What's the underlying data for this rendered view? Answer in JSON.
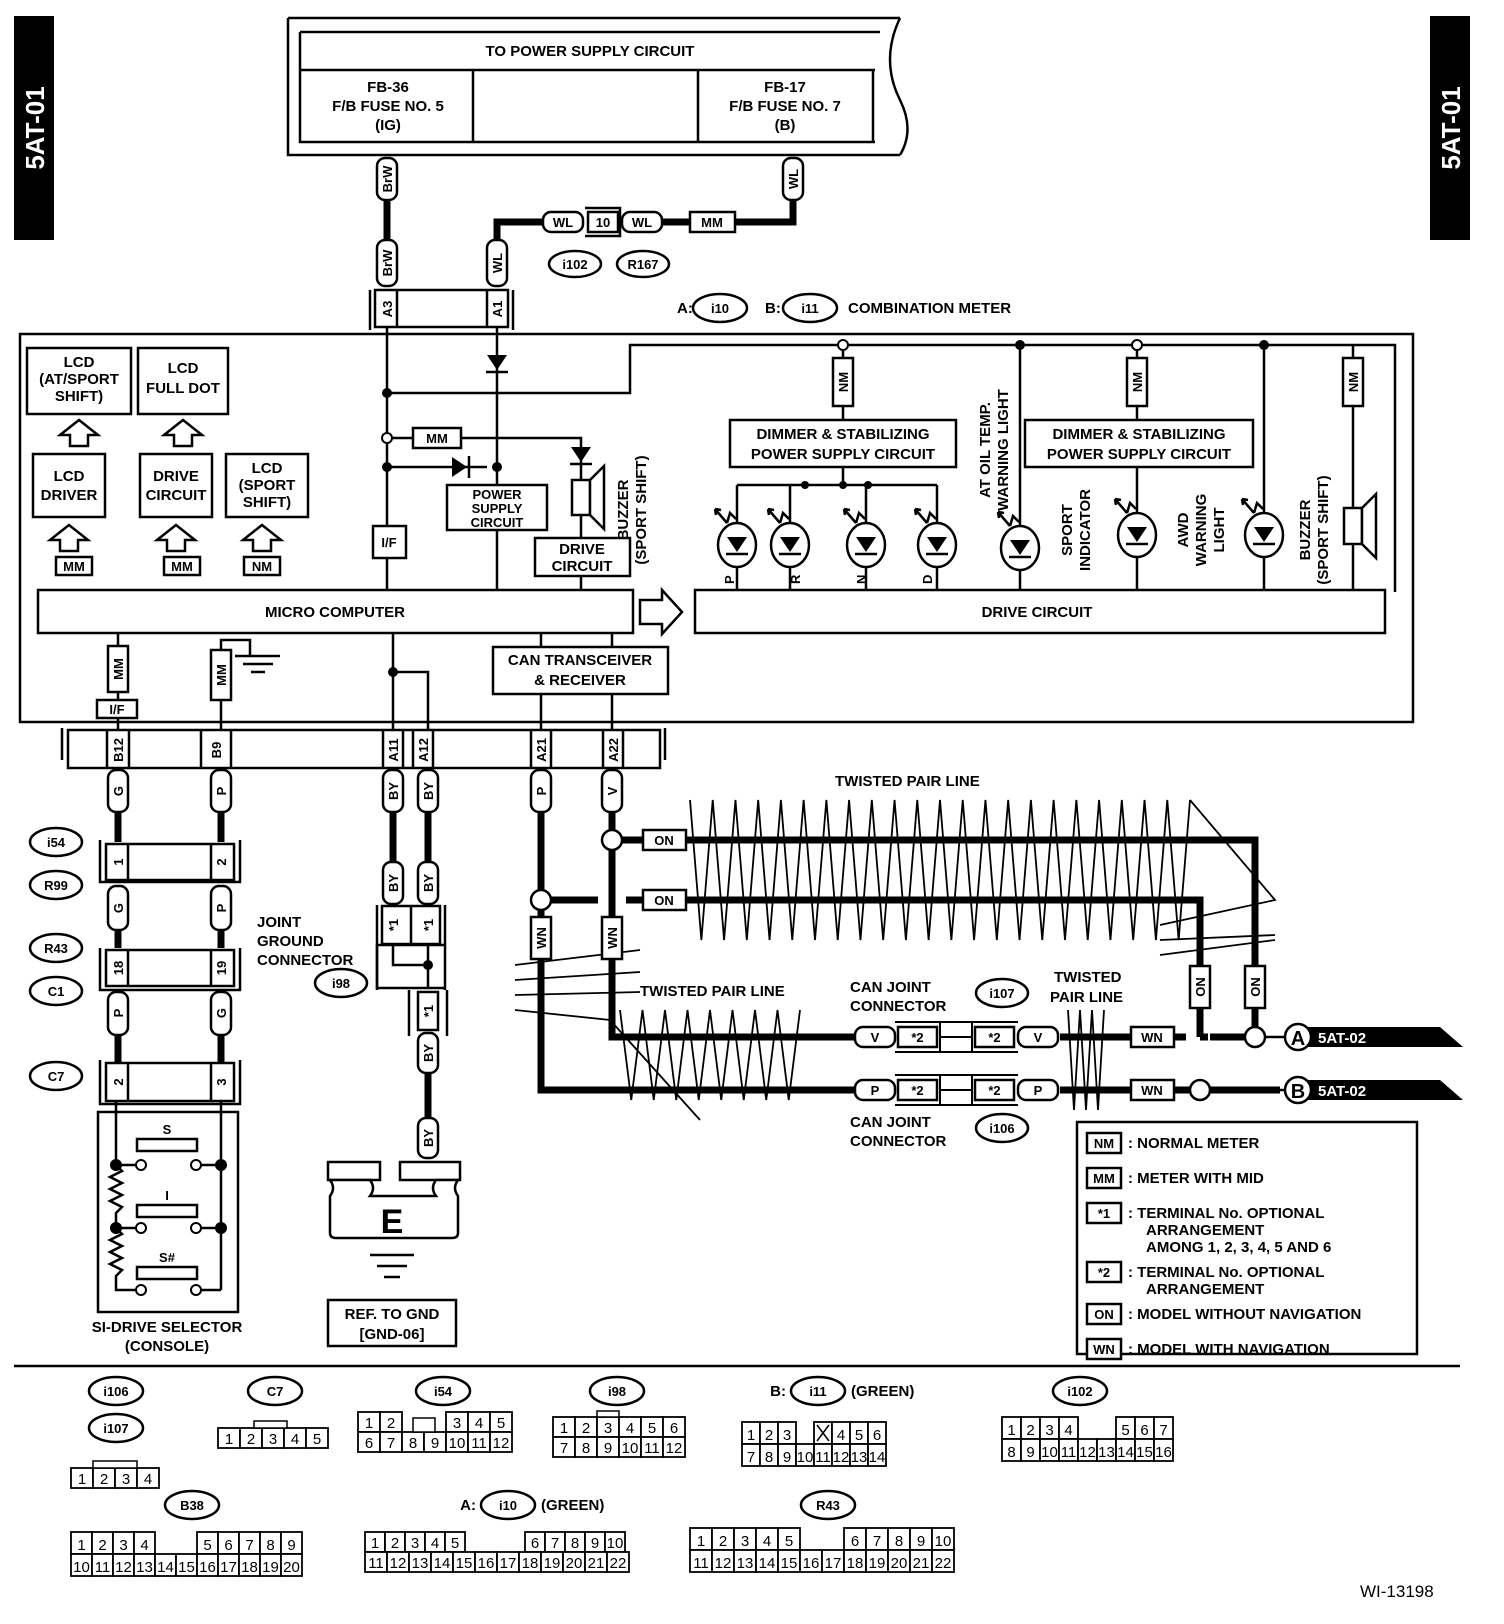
{
  "page_tabs": {
    "left": "5AT-01",
    "right": "5AT-01"
  },
  "power_supply": {
    "title": "TO POWER SUPPLY CIRCUIT",
    "fuse_left": [
      "FB-36",
      "F/B FUSE NO. 5",
      "(IG)"
    ],
    "fuse_right": [
      "FB-17",
      "F/B FUSE NO. 7",
      "(B)"
    ]
  },
  "wire_colors": {
    "brw": "BrW",
    "wl": "WL",
    "g": "G",
    "p": "P",
    "by": "BY",
    "v": "V"
  },
  "top_joint": {
    "terminal": "10",
    "tag_mm": "MM",
    "conn_left": "i102",
    "conn_right": "R167"
  },
  "meter": {
    "label_a": "A:",
    "conn_a": "i10",
    "label_b": "B:",
    "conn_b": "i11",
    "title": "COMBINATION METER",
    "pins_top": [
      "A3",
      "A1"
    ],
    "pins_bottom": [
      "B12",
      "B9",
      "A11",
      "A12",
      "A21",
      "A22"
    ],
    "lcd_at_sport": [
      "LCD",
      "(AT/SPORT",
      "SHIFT)"
    ],
    "lcd_full_dot": [
      "LCD",
      "FULL DOT"
    ],
    "lcd_driver": [
      "LCD",
      "DRIVER"
    ],
    "drive_circuit_small": [
      "DRIVE",
      "CIRCUIT"
    ],
    "lcd_sport_shift": [
      "LCD",
      "(SPORT",
      "SHIFT)"
    ],
    "tag_mm": "MM",
    "tag_nm": "NM",
    "tag_if": "I/F",
    "power_supply_circuit": [
      "POWER",
      "SUPPLY",
      "CIRCUIT"
    ],
    "buzzer_left": [
      "BUZZER",
      "(SPORT SHIFT)"
    ],
    "micro_computer": "MICRO COMPUTER",
    "can_transceiver": [
      "CAN TRANSCEIVER",
      "& RECEIVER"
    ],
    "dimmer": [
      "DIMMER & STABILIZING",
      "POWER SUPPLY CIRCUIT"
    ],
    "gear_leds": [
      "P",
      "R",
      "N",
      "D"
    ],
    "at_oil_temp": [
      "AT OIL TEMP.",
      "WARNING LIGHT"
    ],
    "sport_indicator": [
      "SPORT",
      "INDICATOR"
    ],
    "awd_warning": [
      "AWD",
      "WARNING",
      "LIGHT"
    ],
    "buzzer_right": [
      "BUZZER",
      "(SPORT SHIFT)"
    ],
    "drive_circuit": "DRIVE CIRCUIT"
  },
  "left_chain": {
    "connectors": [
      "i54",
      "R99",
      "R43",
      "C1",
      "C7"
    ],
    "i54_pins": [
      "1",
      "2"
    ],
    "r43_pins": [
      "18",
      "19"
    ],
    "c7_pins": [
      "2",
      "3"
    ]
  },
  "selector": {
    "positions": [
      "S",
      "I",
      "S#"
    ],
    "title": [
      "SI-DRIVE SELECTOR",
      "(CONSOLE)"
    ]
  },
  "ground": {
    "joint_label": [
      "JOINT",
      "GROUND",
      "CONNECTOR"
    ],
    "conn": "i98",
    "star1": "*1",
    "ground_letter": "E",
    "ref": [
      "REF. TO GND",
      "[GND-06]"
    ]
  },
  "can_bus": {
    "twisted_pair": "TWISTED PAIR LINE",
    "twisted_pair_split": [
      "TWISTED",
      "PAIR LINE"
    ],
    "on": "ON",
    "wn": "WN",
    "star2": "*2",
    "can_joint": [
      "CAN JOINT",
      "CONNECTOR"
    ],
    "conn_upper": "i107",
    "conn_lower": "i106",
    "out_a": {
      "letter": "A",
      "ref": "5AT-02"
    },
    "out_b": {
      "letter": "B",
      "ref": "5AT-02"
    }
  },
  "legend": [
    {
      "key": "NM",
      "desc": [
        "NORMAL METER"
      ]
    },
    {
      "key": "MM",
      "desc": [
        "METER WITH MID"
      ]
    },
    {
      "key": "*1",
      "desc": [
        "TERMINAL No. OPTIONAL",
        "ARRANGEMENT",
        "AMONG 1, 2, 3, 4, 5 AND 6"
      ]
    },
    {
      "key": "*2",
      "desc": [
        "TERMINAL No. OPTIONAL",
        "ARRANGEMENT"
      ]
    },
    {
      "key": "ON",
      "desc": [
        "MODEL WITHOUT NAVIGATION"
      ]
    },
    {
      "key": "WN",
      "desc": [
        "MODEL WITH NAVIGATION"
      ]
    }
  ],
  "connector_views": {
    "i106": "i106",
    "i107": "i107",
    "i106_pins": [
      "1",
      "2",
      "3",
      "4"
    ],
    "c7": "C7",
    "c7_pins": [
      "1",
      "2",
      "3",
      "4",
      "5"
    ],
    "i54": "i54",
    "i54_top": [
      "1",
      "2",
      "3",
      "4",
      "5"
    ],
    "i54_bottom": [
      "6",
      "7",
      "8",
      "9",
      "10",
      "11",
      "12"
    ],
    "i98": "i98",
    "i98_top": [
      "1",
      "2",
      "3",
      "4",
      "5",
      "6"
    ],
    "i98_bottom": [
      "7",
      "8",
      "9",
      "10",
      "11",
      "12"
    ],
    "i11_prefix": "B:",
    "i11": "i11",
    "i11_suffix": "(GREEN)",
    "i11_top": [
      "1",
      "2",
      "3",
      "X",
      "4",
      "5",
      "6"
    ],
    "i11_bottom": [
      "7",
      "8",
      "9",
      "10",
      "11",
      "12",
      "13",
      "14"
    ],
    "i102": "i102",
    "i102_top": [
      "1",
      "2",
      "3",
      "4",
      "5",
      "6",
      "7"
    ],
    "i102_bottom": [
      "8",
      "9",
      "10",
      "11",
      "12",
      "13",
      "14",
      "15",
      "16"
    ],
    "b38": "B38",
    "b38_top": [
      "1",
      "2",
      "3",
      "4",
      "5",
      "6",
      "7",
      "8",
      "9"
    ],
    "b38_bottom": [
      "10",
      "11",
      "12",
      "13",
      "14",
      "15",
      "16",
      "17",
      "18",
      "19",
      "20"
    ],
    "i10_prefix": "A:",
    "i10": "i10",
    "i10_suffix": "(GREEN)",
    "i10_top": [
      "1",
      "2",
      "3",
      "4",
      "5",
      "6",
      "7",
      "8",
      "9",
      "10"
    ],
    "i10_bottom": [
      "11",
      "12",
      "13",
      "14",
      "15",
      "16",
      "17",
      "18",
      "19",
      "20",
      "21",
      "22"
    ],
    "r43": "R43",
    "r43_top": [
      "1",
      "2",
      "3",
      "4",
      "5",
      "6",
      "7",
      "8",
      "9",
      "10"
    ],
    "r43_bottom": [
      "11",
      "12",
      "13",
      "14",
      "15",
      "16",
      "17",
      "18",
      "19",
      "20",
      "21",
      "22"
    ]
  },
  "figure_id": "WI-13198"
}
